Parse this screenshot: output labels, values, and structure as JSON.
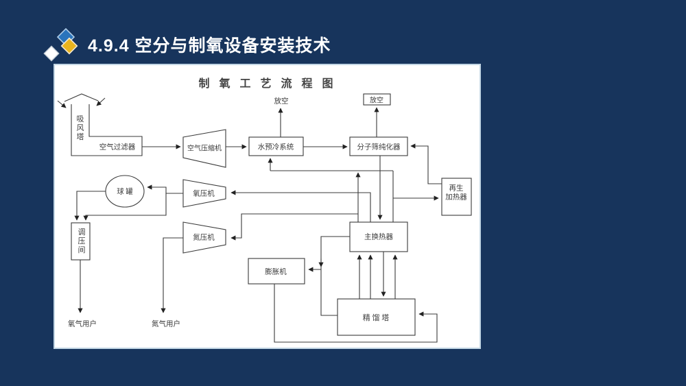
{
  "slide": {
    "title": "4.9.4  空分与制氧设备安装技术",
    "background_color": "#17345c",
    "title_color": "#ffffff",
    "logo_colors": {
      "blue": "#2a74bc",
      "gold": "#e9b41e",
      "white": "#ffffff"
    }
  },
  "diagram": {
    "title": "制 氧 工 艺 流 程 图",
    "stroke_color": "#3a3a3a",
    "panel_background": "#ffffff",
    "labels": {
      "suction_tower": "吸风塔",
      "air_filter": "空气过滤器",
      "air_compressor": "空气压缩机",
      "water_precool": "水预冷系统",
      "vent_top": "放空",
      "vent_box": "放空",
      "molecular_sieve": "分子筛纯化器",
      "regen_heater_line1": "再生",
      "regen_heater_line2": "加热器",
      "ball_tank": "球  罐",
      "oxygen_compressor": "氧压机",
      "nitrogen_compressor": "氮压机",
      "pressure_room": "调压间",
      "main_exchanger": "主换热器",
      "expander": "膨胀机",
      "distillation_column": "精  馏  塔",
      "oxygen_users": "氧气用户",
      "nitrogen_users": "氮气用户"
    }
  }
}
